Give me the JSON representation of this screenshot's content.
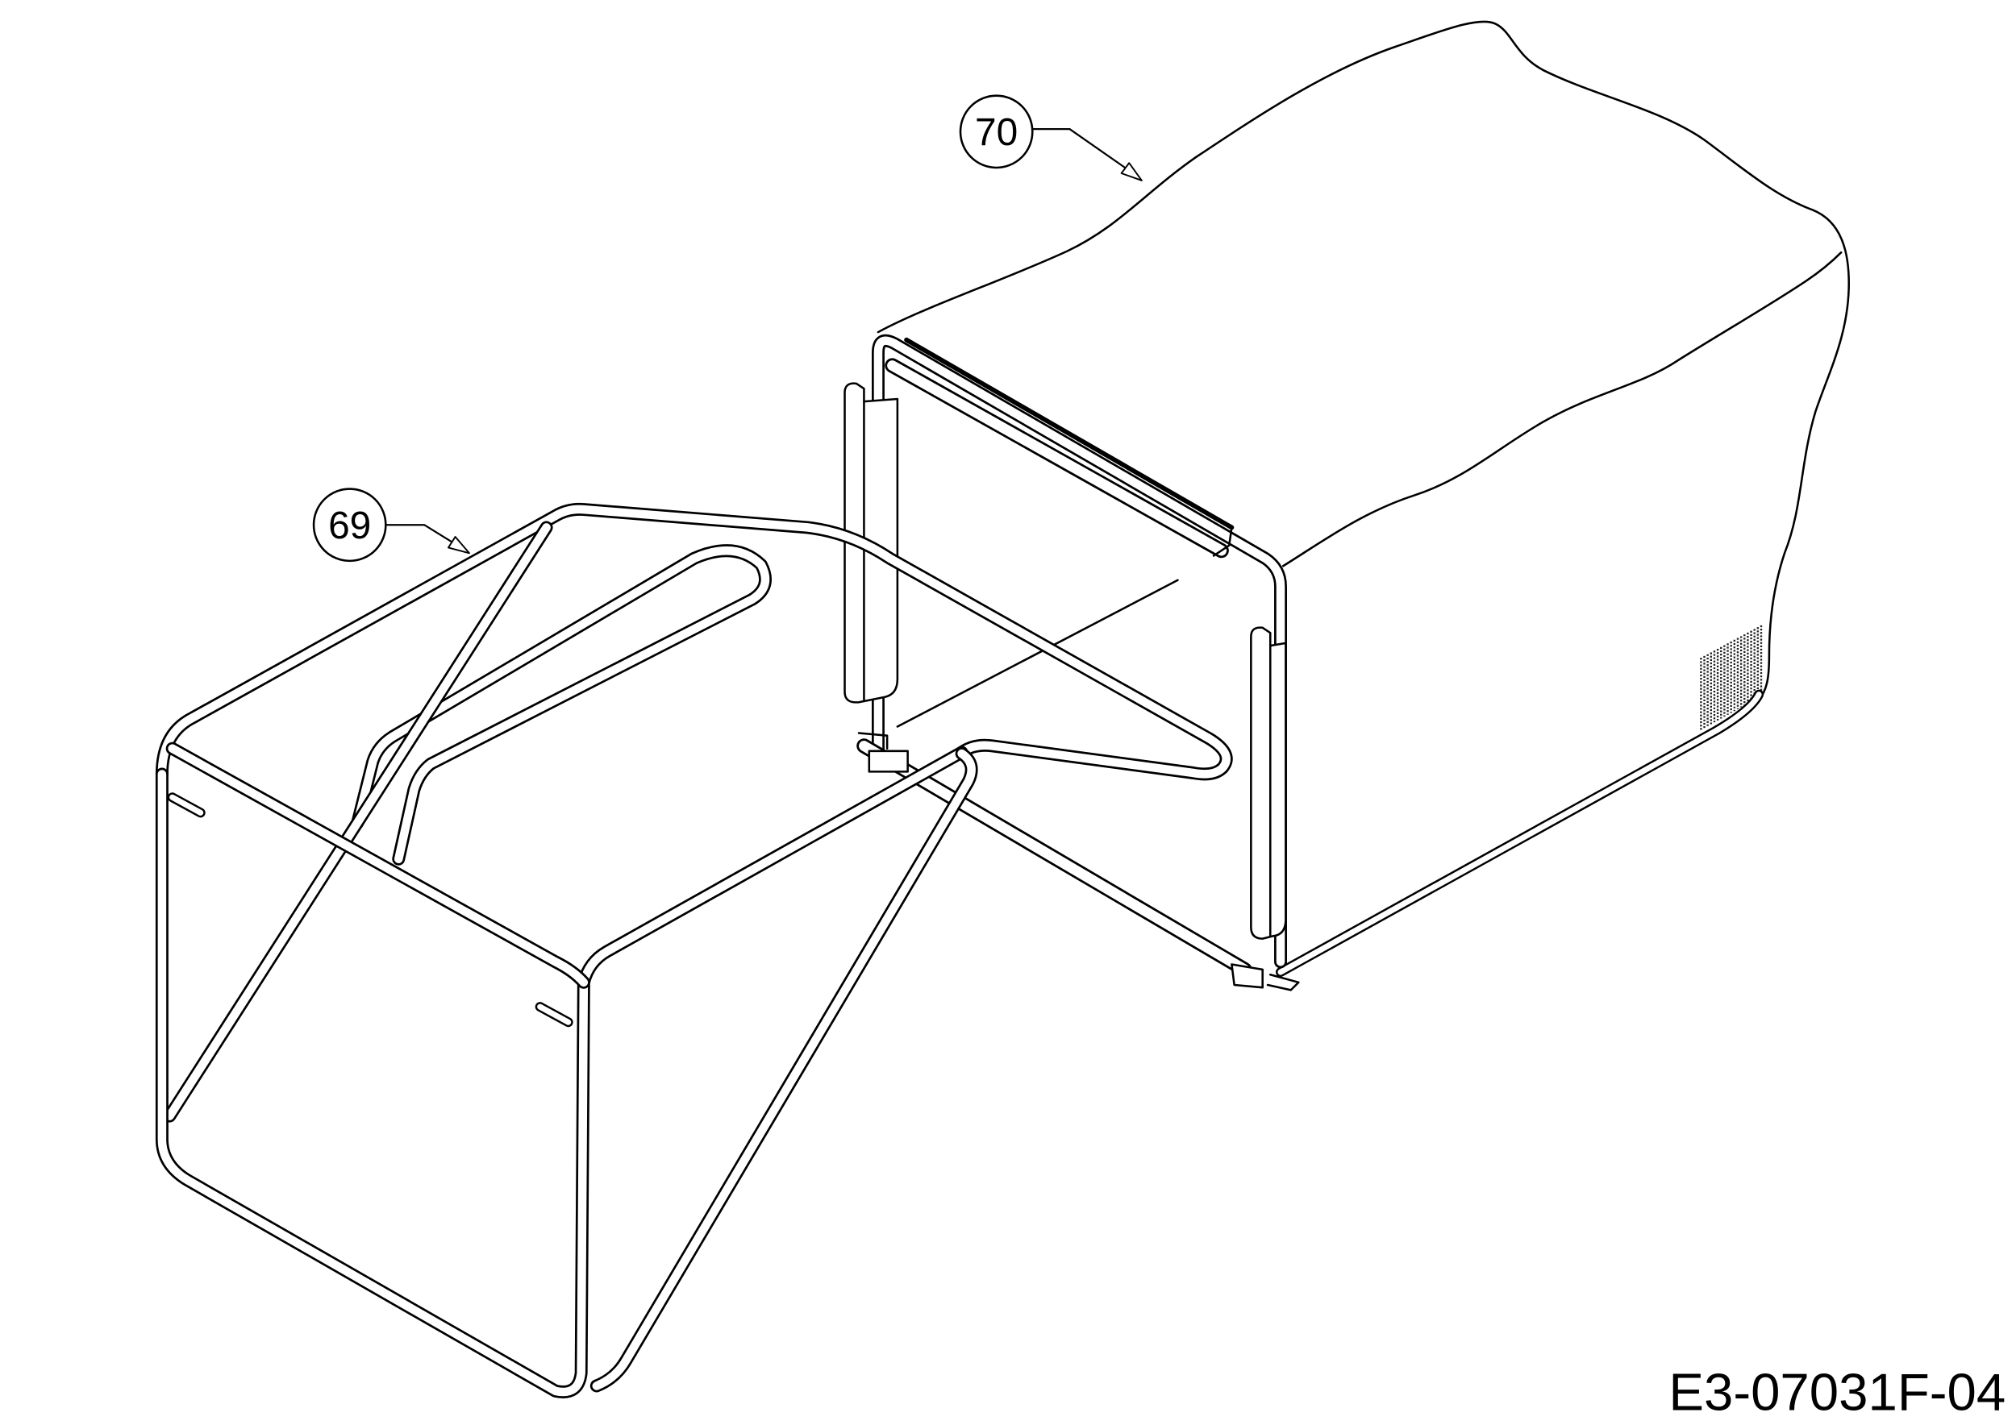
{
  "colors": {
    "line": "#000000",
    "background": "#ffffff",
    "mesh": "#222222"
  },
  "callouts": {
    "bag": "70",
    "frame": "69"
  },
  "drawing_number": "E3-07031F-04"
}
